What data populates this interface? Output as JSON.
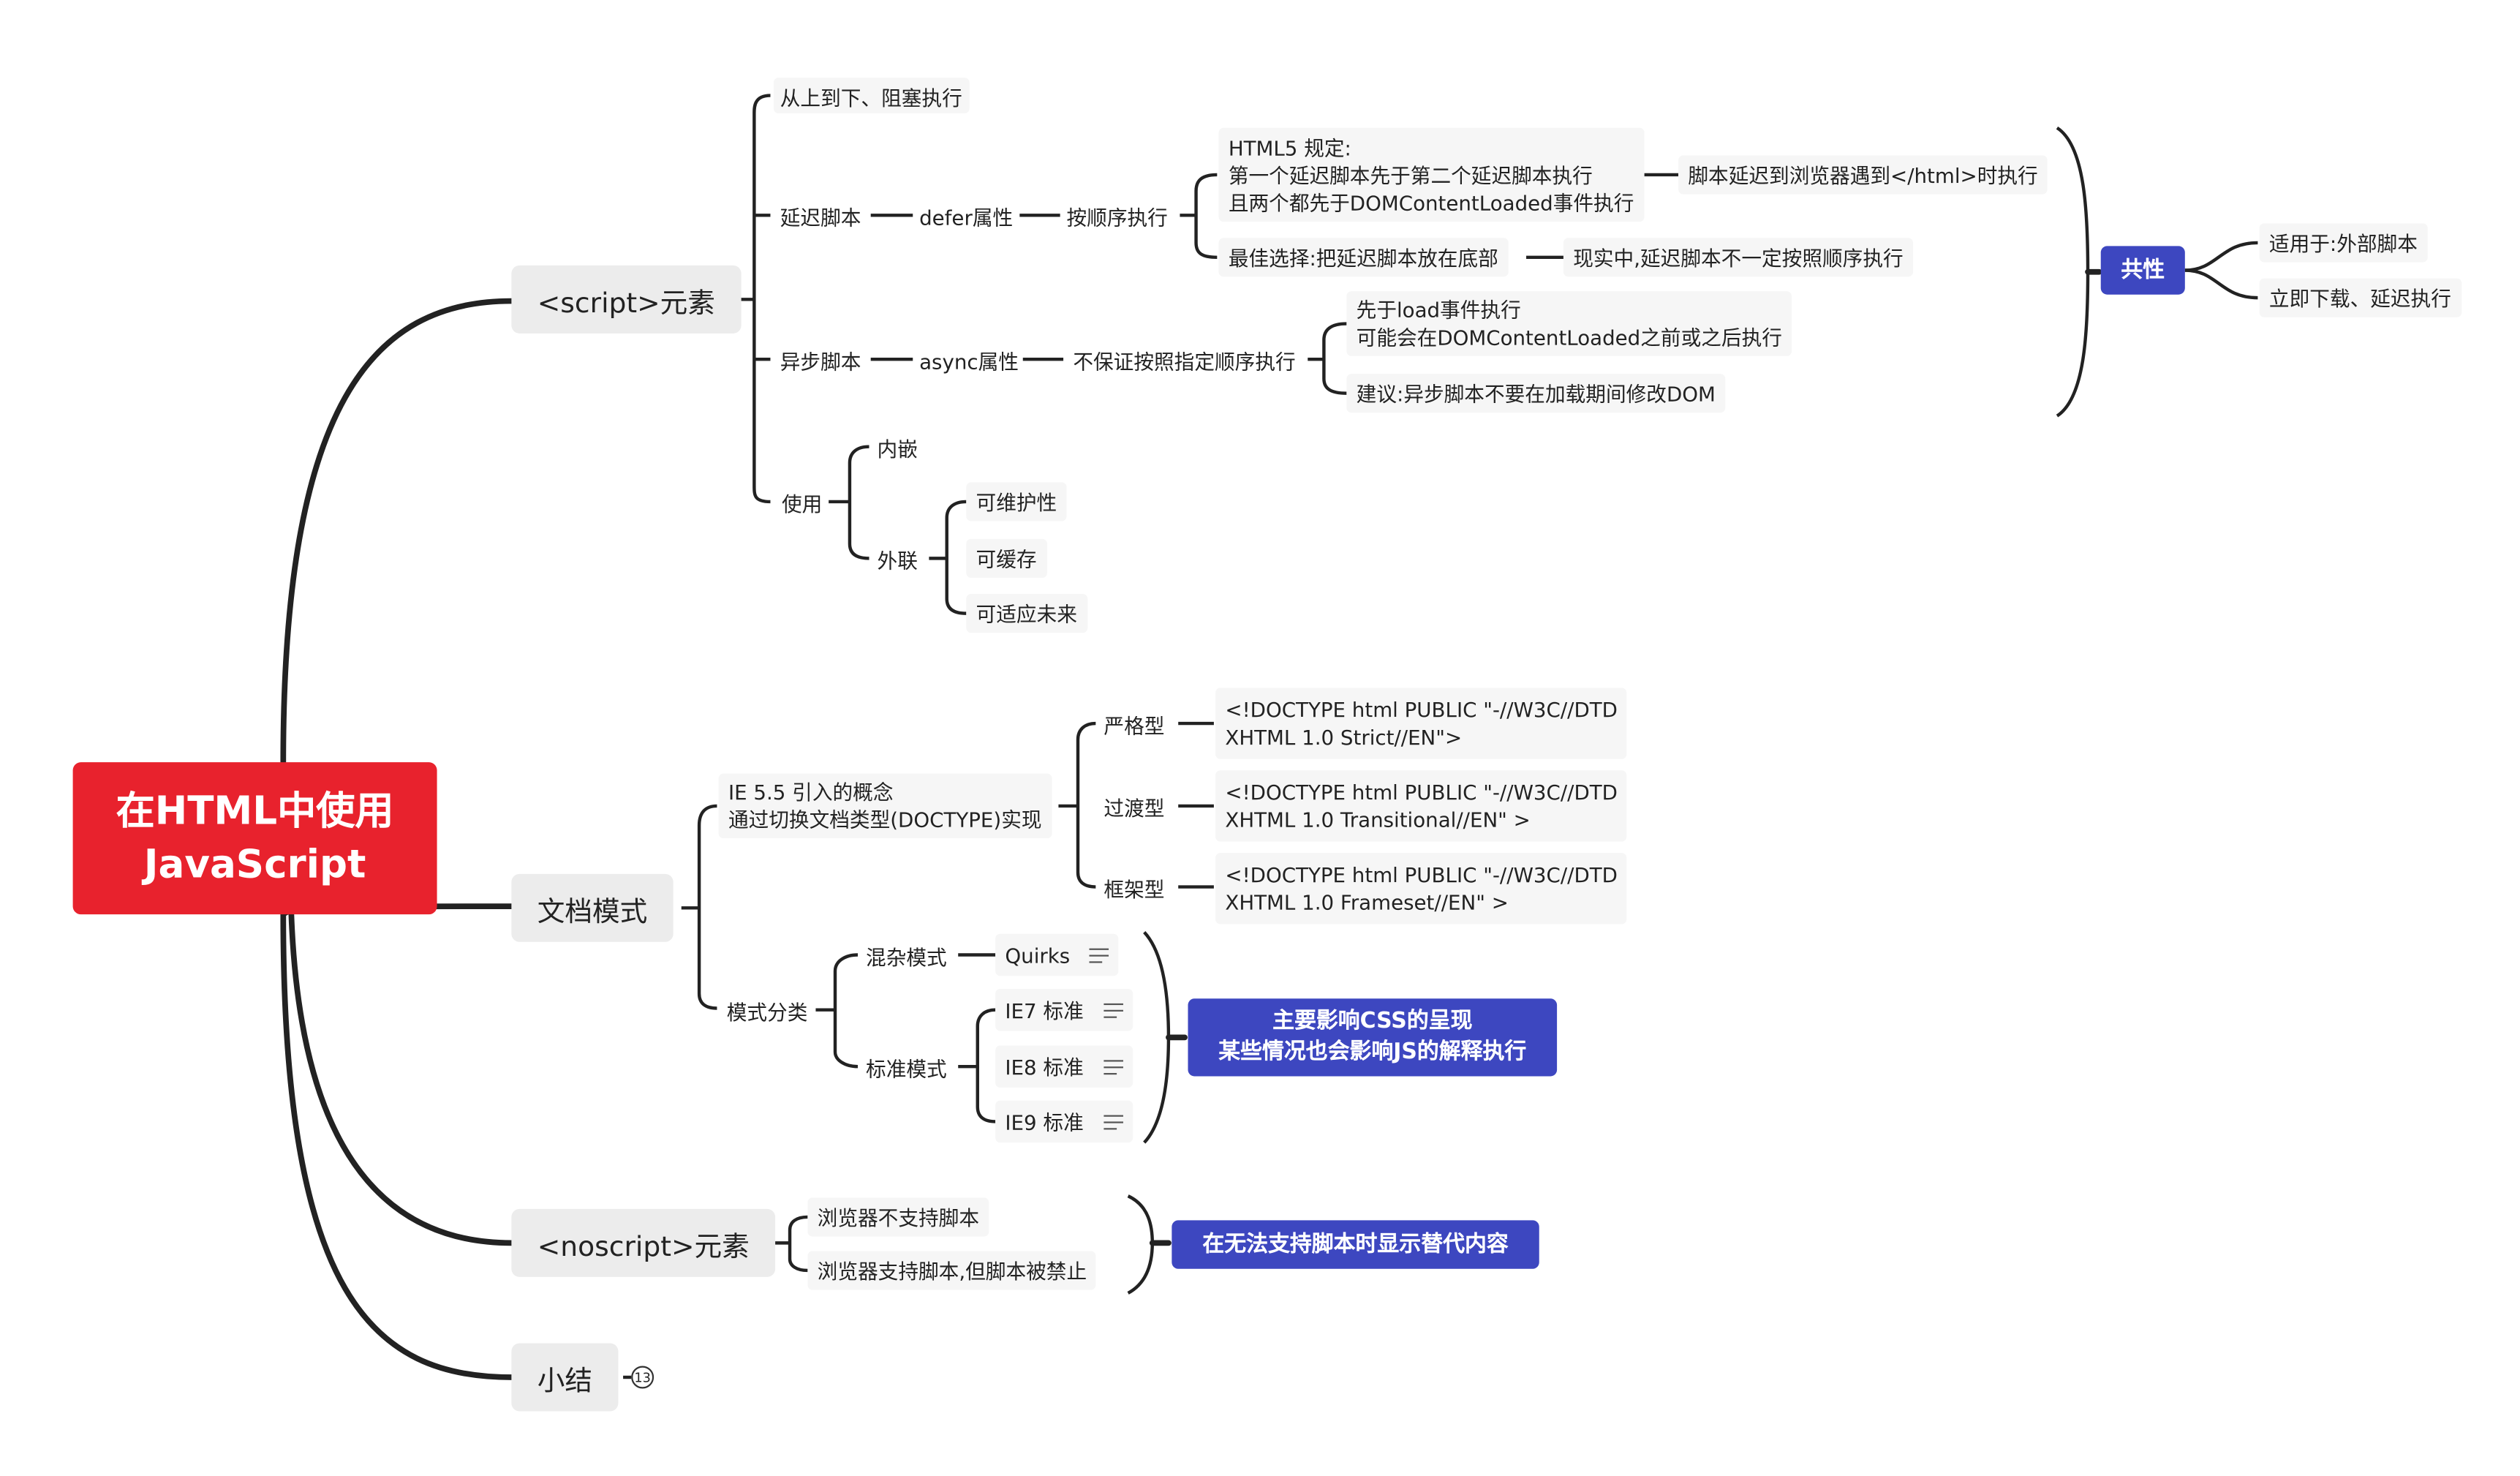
{
  "root": "在HTML中使用\nJavaScript",
  "branches": {
    "script": {
      "label": "<script>元素",
      "order": "从上到下、阻塞执行",
      "defer": {
        "label": "延迟脚本",
        "attr": "defer属性",
        "seq": "按顺序执行",
        "html5": "HTML5 规定:\n第一个延迟脚本先于第二个延迟脚本执行\n且两个都先于DOMContentLoaded事件执行",
        "html5_result": "脚本延迟到浏览器遇到</html>时执行",
        "best": "最佳选择:把延迟脚本放在底部",
        "reality": "现实中,延迟脚本不一定按照顺序执行"
      },
      "async": {
        "label": "异步脚本",
        "attr": "async属性",
        "noorder": "不保证按照指定顺序执行",
        "before_load": "先于load事件执行\n可能会在DOMContentLoaded之前或之后执行",
        "advice": "建议:异步脚本不要在加载期间修改DOM"
      },
      "common": {
        "label": "共性",
        "applies": "适用于:外部脚本",
        "download": "立即下载、延迟执行"
      },
      "usage": {
        "label": "使用",
        "inline": "内嵌",
        "external": "外联",
        "maintain": "可维护性",
        "cache": "可缓存",
        "future": "可适应未来"
      }
    },
    "docmode": {
      "label": "文档模式",
      "ie55": "IE 5.5 引入的概念\n通过切换文档类型(DOCTYPE)实现",
      "strict": "严格型",
      "strict_dt": "<!DOCTYPE html PUBLIC \"-//W3C//DTD\nXHTML 1.0 Strict//EN\">",
      "trans": "过渡型",
      "trans_dt": "<!DOCTYPE html PUBLIC \"-//W3C//DTD\nXHTML 1.0 Transitional//EN\" >",
      "frame": "框架型",
      "frame_dt": "<!DOCTYPE html PUBLIC \"-//W3C//DTD\nXHTML 1.0 Frameset//EN\" >",
      "modes": "模式分类",
      "quirks_mode": "混杂模式",
      "quirks": "Quirks",
      "std_mode": "标准模式",
      "ie7": "IE7 标准",
      "ie8": "IE8 标准",
      "ie9": "IE9 标准",
      "css_note": "主要影响CSS的呈现\n某些情况也会影响JS的解释执行"
    },
    "noscript": {
      "label": "<noscript>元素",
      "unsupported": "浏览器不支持脚本",
      "disabled": "浏览器支持脚本,但脚本被禁止",
      "summary": "在无法支持脚本时显示替代内容"
    },
    "summary": {
      "label": "小结",
      "count": "13"
    }
  },
  "colors": {
    "root": "#e8222d",
    "callout": "#3d47c0",
    "line": "#222222"
  }
}
